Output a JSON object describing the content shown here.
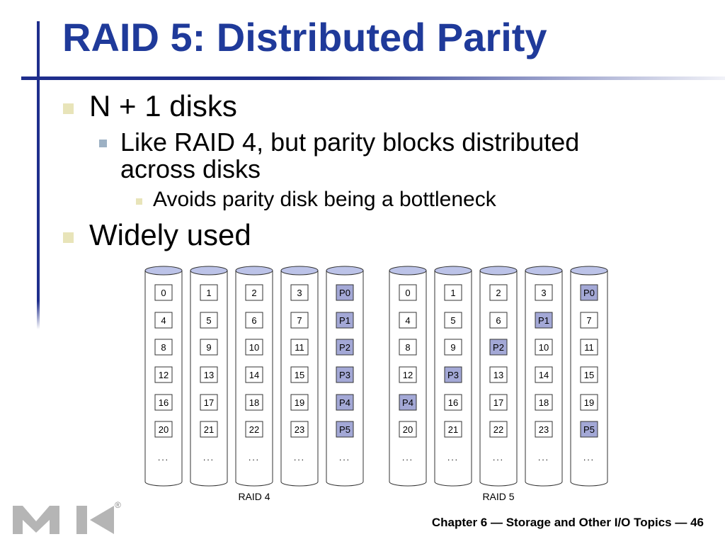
{
  "slide": {
    "title": "RAID 5: Distributed Parity",
    "bullets": [
      {
        "level": 1,
        "text": "N + 1 disks"
      },
      {
        "level": 2,
        "text": "Like RAID 4, but parity blocks distributed across disks"
      },
      {
        "level": 3,
        "text": "Avoids parity disk being a bottleneck"
      },
      {
        "level": 1,
        "text": "Widely used"
      }
    ],
    "footer": "Chapter 6 — Storage and Other I/O Topics — 46",
    "logo_registered": "®",
    "colors": {
      "title": "#1f3a9a",
      "rule": "#1f2e8c",
      "parity_fill": "#a3a8d6",
      "disk_top": "#bcc3e8"
    }
  },
  "diagram": {
    "ellipsis": "...",
    "groups": [
      {
        "label": "RAID 4",
        "disks": [
          [
            "0",
            "4",
            "8",
            "12",
            "16",
            "20"
          ],
          [
            "1",
            "5",
            "9",
            "13",
            "17",
            "21"
          ],
          [
            "2",
            "6",
            "10",
            "14",
            "18",
            "22"
          ],
          [
            "3",
            "7",
            "11",
            "15",
            "19",
            "23"
          ],
          [
            "P0",
            "P1",
            "P2",
            "P3",
            "P4",
            "P5"
          ]
        ]
      },
      {
        "label": "RAID 5",
        "disks": [
          [
            "0",
            "4",
            "8",
            "12",
            "P4",
            "20"
          ],
          [
            "1",
            "5",
            "9",
            "P3",
            "16",
            "21"
          ],
          [
            "2",
            "6",
            "P2",
            "13",
            "17",
            "22"
          ],
          [
            "3",
            "P1",
            "10",
            "14",
            "18",
            "23"
          ],
          [
            "P0",
            "7",
            "11",
            "15",
            "19",
            "P5"
          ]
        ]
      }
    ]
  }
}
